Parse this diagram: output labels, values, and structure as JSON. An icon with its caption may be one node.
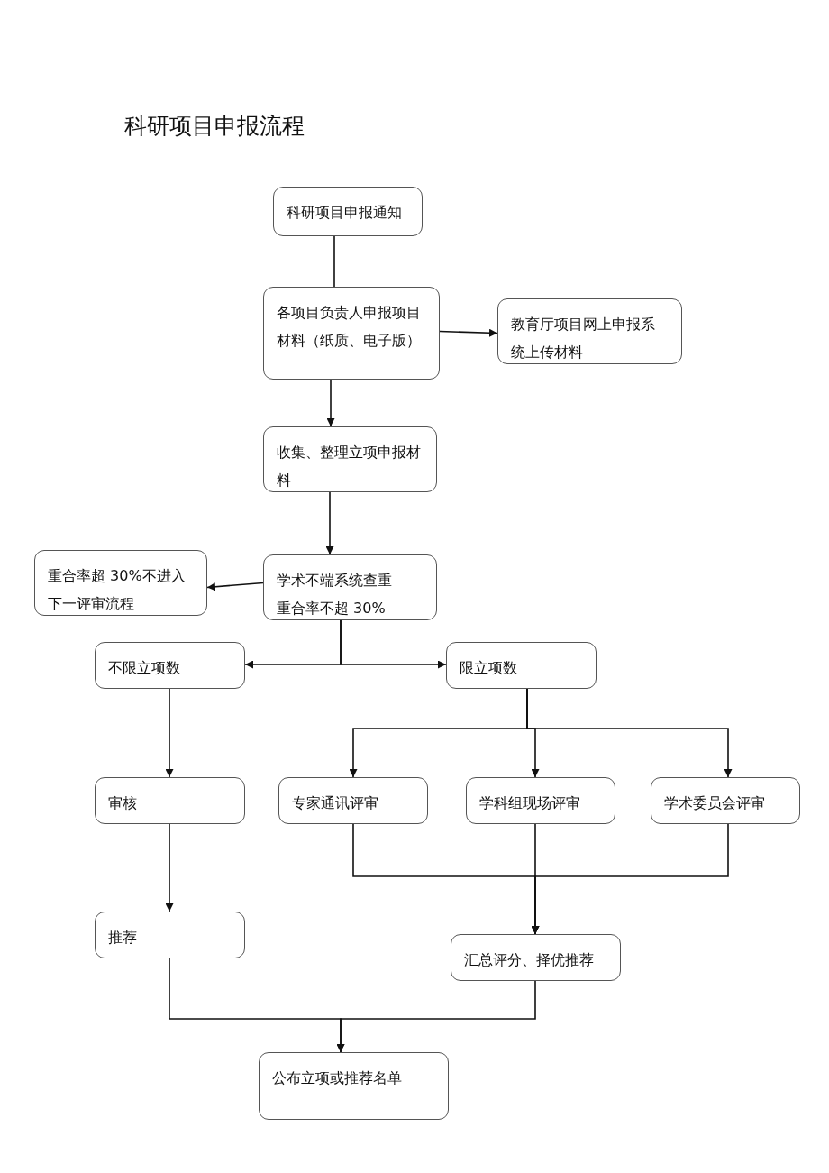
{
  "diagram": {
    "title": "科研项目申报流程",
    "nodes": [
      {
        "text": [
          "科研项目申报通知"
        ]
      },
      {
        "text": [
          "各项目负责人申报项目材料（纸质、电子版）"
        ]
      },
      {
        "text": [
          "教育厅项目网上申报系统上传材料"
        ]
      },
      {
        "text": [
          "收集、整理立项申报材料"
        ]
      },
      {
        "text": [
          "学术不端系统查重",
          "重合率不超 30%"
        ]
      },
      {
        "text": [
          "重合率超 30%不进入下一评审流程"
        ]
      },
      {
        "text": [
          "不限立项数"
        ]
      },
      {
        "text": [
          "限立项数"
        ]
      },
      {
        "text": [
          "审核"
        ]
      },
      {
        "text": [
          "专家通讯评审"
        ]
      },
      {
        "text": [
          "学科组现场评审"
        ]
      },
      {
        "text": [
          "学术委员会评审"
        ]
      },
      {
        "text": [
          "推荐"
        ]
      },
      {
        "text": [
          "汇总评分、择优推荐"
        ]
      },
      {
        "text": [
          "公布立项或推荐名单"
        ]
      }
    ],
    "edges": [
      {
        "from": 0,
        "to": 1,
        "arrow": "none"
      },
      {
        "from": 1,
        "to": 2,
        "arrow": "to"
      },
      {
        "from": 1,
        "to": 3,
        "arrow": "to"
      },
      {
        "from": 3,
        "to": 4,
        "arrow": "to"
      },
      {
        "from": 4,
        "to": 5,
        "arrow": "to"
      },
      {
        "from": 4,
        "to": 6,
        "arrow": "to"
      },
      {
        "from": 4,
        "to": 7,
        "arrow": "to"
      },
      {
        "from": 6,
        "to": 8,
        "arrow": "to"
      },
      {
        "from": 7,
        "to": 9,
        "arrow": "to"
      },
      {
        "from": 7,
        "to": 10,
        "arrow": "to"
      },
      {
        "from": 7,
        "to": 11,
        "arrow": "to"
      },
      {
        "from": 8,
        "to": 12,
        "arrow": "to"
      },
      {
        "from": 9,
        "to": 13,
        "arrow": "to"
      },
      {
        "from": 10,
        "to": 13,
        "arrow": "to"
      },
      {
        "from": 11,
        "to": 13,
        "arrow": "to"
      },
      {
        "from": 12,
        "to": 14,
        "arrow": "to"
      },
      {
        "from": 13,
        "to": 14,
        "arrow": "to"
      }
    ]
  }
}
